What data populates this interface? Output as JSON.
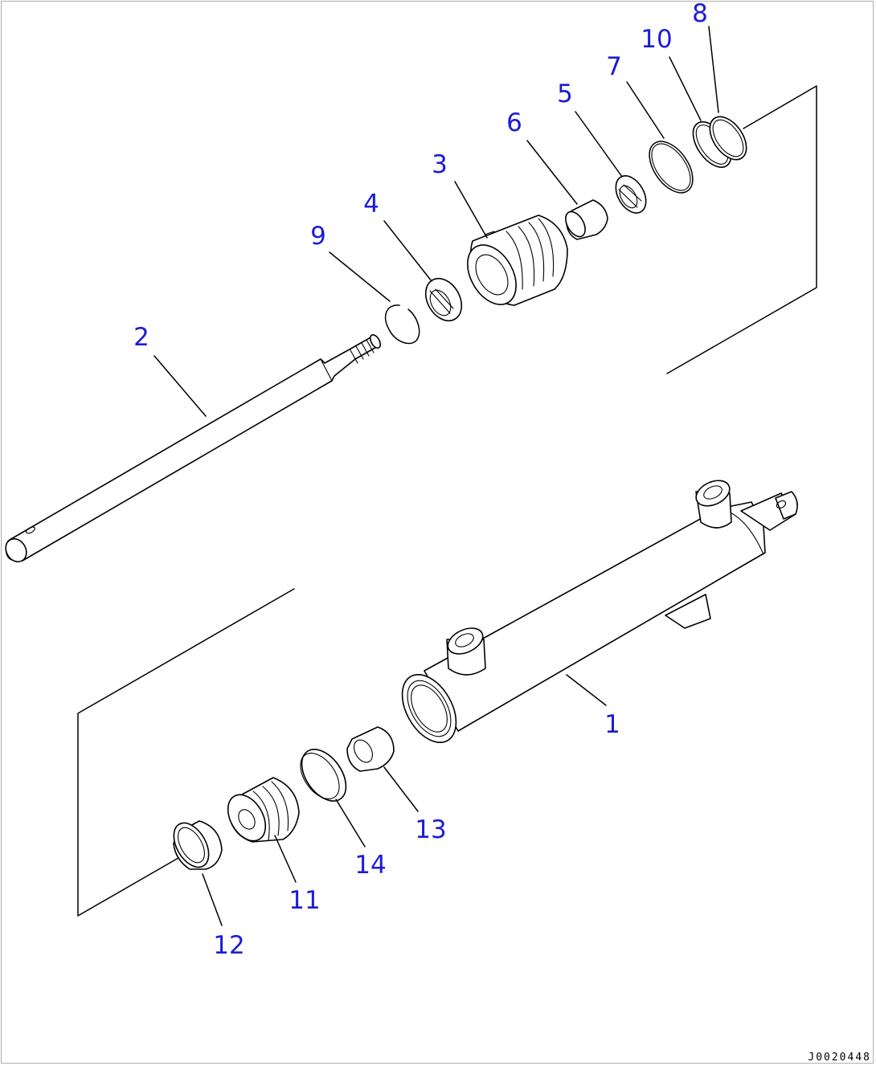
{
  "drawing_number": "J0020448",
  "callouts": [
    "1",
    "2",
    "3",
    "4",
    "5",
    "6",
    "7",
    "8",
    "9",
    "10",
    "11",
    "12",
    "13",
    "14"
  ],
  "colors": {
    "callout": "#1c1cd6",
    "line": "#000000",
    "background": "#ffffff"
  }
}
